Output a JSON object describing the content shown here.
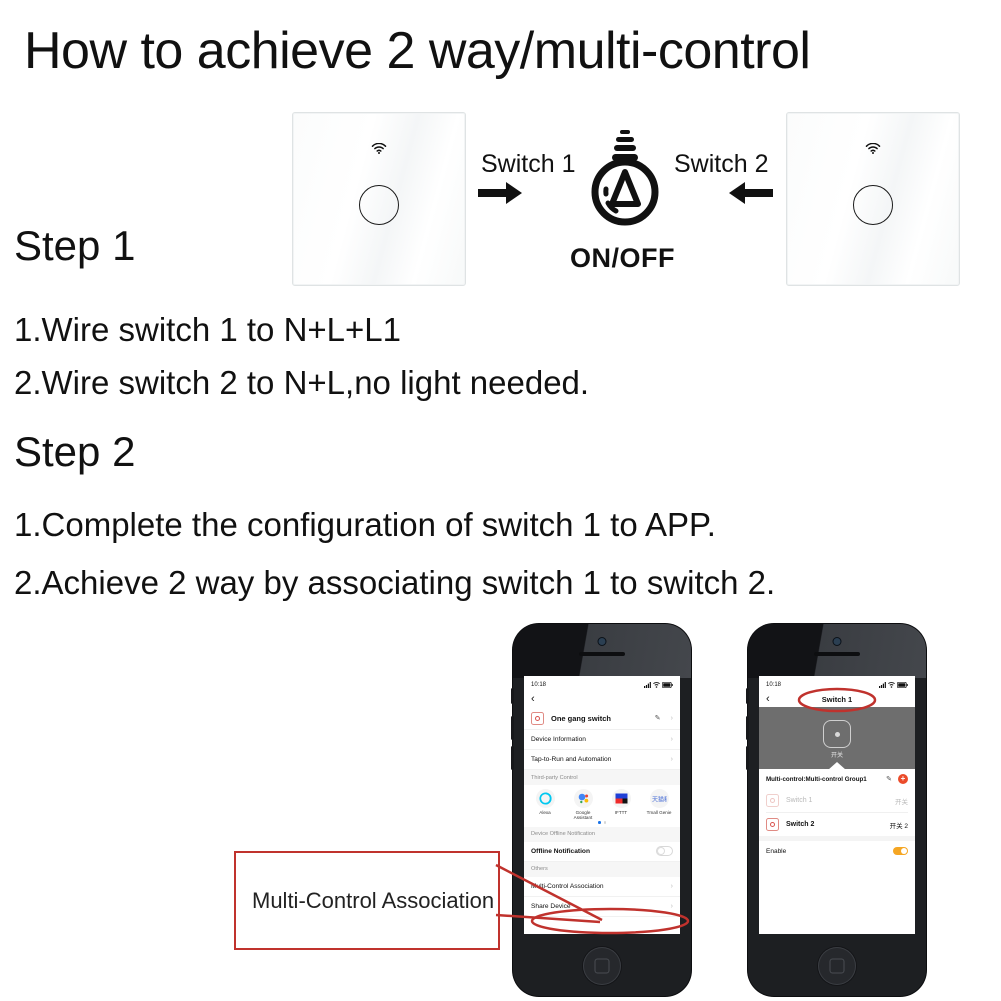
{
  "title": "How to achieve 2 way/multi-control",
  "diagram": {
    "switch1_label": "Switch 1",
    "switch2_label": "Switch 2",
    "bulb_label": "ON/OFF",
    "arrow_right": "arrow-right-icon",
    "arrow_left": "arrow-left-icon",
    "panel_icon": "wifi-icon"
  },
  "steps": [
    {
      "heading": "Step 1",
      "lines": [
        "1.Wire switch 1 to N+L+L1",
        "2.Wire switch 2 to N+L,no light needed."
      ]
    },
    {
      "heading": "Step 2",
      "lines": [
        "1.Complete the configuration of switch 1 to APP.",
        "2.Achieve 2 way by associating switch 1 to switch 2."
      ]
    }
  ],
  "annotation": {
    "label": "Multi-Control Association",
    "color": "#c0322d"
  },
  "phone_left": {
    "status": {
      "time": "10:18",
      "location_icon": "location-arrow-icon",
      "signal": "signal-icon",
      "wifi": "wifi-icon",
      "battery": "battery-icon"
    },
    "back": "‹",
    "device": {
      "name": "One gang switch",
      "edit_icon": "pencil-icon",
      "chevron": "›"
    },
    "menu": [
      {
        "label": "Device Information",
        "chevron": "›"
      },
      {
        "label": "Tap-to-Run and Automation",
        "chevron": "›"
      }
    ],
    "section_third_party": "Third-party Control",
    "third_party": [
      {
        "label": "Alexa",
        "icon": "alexa-icon"
      },
      {
        "label": "Google Assistant",
        "icon": "google-assistant-icon"
      },
      {
        "label": "IFTTT",
        "icon": "ifttt-icon"
      },
      {
        "label": "Tmall Genie",
        "icon": "tmall-genie-icon"
      }
    ],
    "section_offline": "Device Offline Notification",
    "offline_row": {
      "label": "Offline Notification",
      "toggle": "off"
    },
    "section_others": "Others",
    "others": [
      {
        "label": "Multi-Control Association",
        "chevron": "›"
      },
      {
        "label": "Share Device",
        "chevron": "›"
      }
    ]
  },
  "phone_right": {
    "status": {
      "time": "10:18",
      "location_icon": "location-arrow-icon",
      "signal": "signal-icon",
      "wifi": "wifi-icon",
      "battery": "battery-icon"
    },
    "back": "‹",
    "nav_title": "Switch 1",
    "hero": {
      "button_icon": "switch-button-icon",
      "label": "开关"
    },
    "group": {
      "title": "Multi-control:Multi-control Group1",
      "edit_icon": "pencil-icon",
      "add_icon": "plus-icon"
    },
    "members": [
      {
        "name": "Switch 1",
        "value": "开关",
        "state": "dim"
      },
      {
        "name": "Switch 2",
        "value": "开关 2",
        "state": "active"
      }
    ],
    "enable_row": {
      "label": "Enable",
      "toggle": "on",
      "toggle_color": "#f5a623"
    }
  }
}
